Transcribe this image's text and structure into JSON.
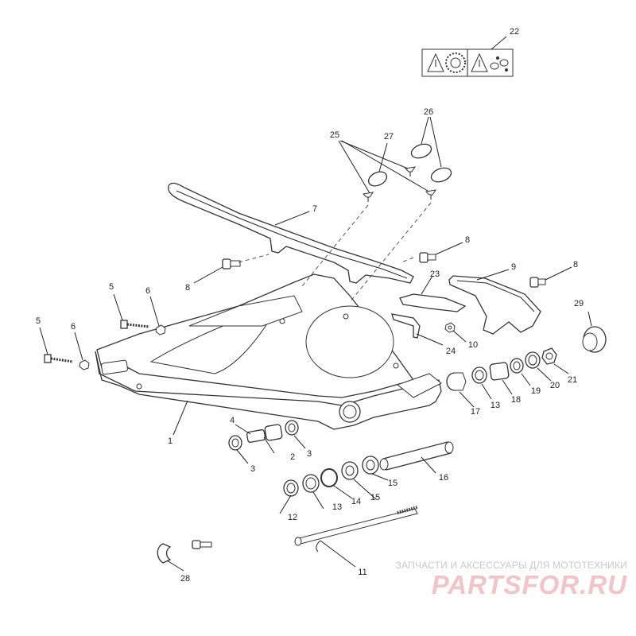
{
  "callouts": [
    "1",
    "2",
    "3",
    "3",
    "4",
    "5",
    "5",
    "6",
    "6",
    "7",
    "8",
    "8",
    "8",
    "9",
    "10",
    "11",
    "12",
    "13",
    "13",
    "14",
    "15",
    "15",
    "16",
    "17",
    "18",
    "19",
    "20",
    "21",
    "22",
    "23",
    "24",
    "25",
    "26",
    "27",
    "28",
    "29"
  ],
  "watermark": {
    "caption": "ЗАПЧАСТИ И АКСЕССУАРЫ ДЛЯ МОТОТЕХНИКИ",
    "brand": "PARTSFOR.RU"
  },
  "colors": {
    "line": "#333333",
    "watermark_caption": "#c9c9c9",
    "watermark_brand": "#f2c4c8"
  },
  "icons": [
    "warning-triangle-icon",
    "sprocket-icon",
    "warning-triangle-icon",
    "chain-icon"
  ]
}
